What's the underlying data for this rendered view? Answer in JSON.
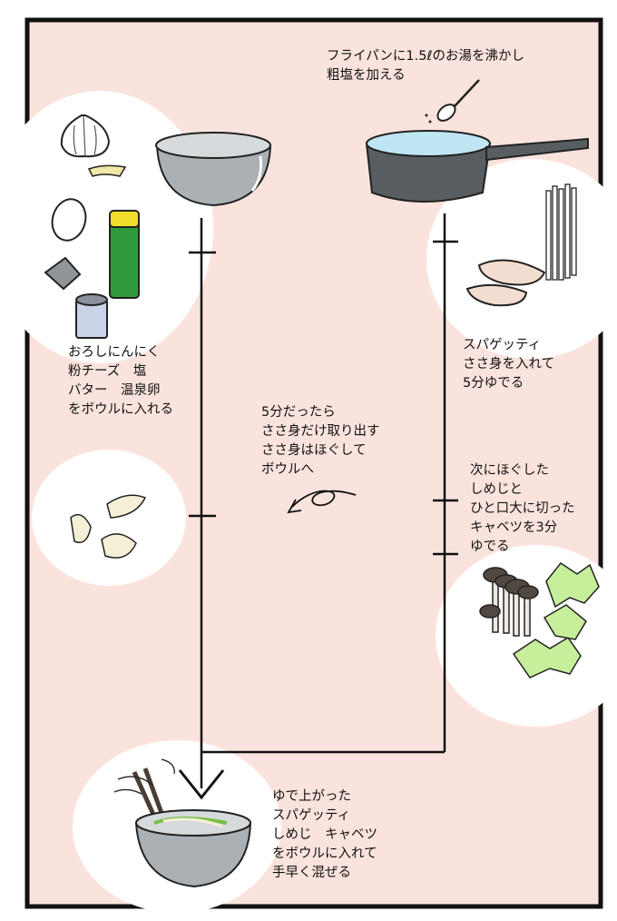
{
  "steps": {
    "pan": "フライパンに1.5ℓのお湯を沸かし\n粗塩を加える",
    "bowl_ingredients": "おろしにんにく\n粉チーズ　塩\nバター　温泉卵\nをボウルに入れる",
    "spaghetti": "スパゲッティ\nささ身を入れて\n5分ゆでる",
    "chicken": "5分だったら\nささ身だけ取り出す\nささ身はほぐして\nボウルへ",
    "mushroom_cabbage": "次にほぐした\nしめじと\nひと口大に切った\nキャベツを3分\nゆでる",
    "final": "ゆで上がった\nスパゲッティ\nしめじ　キャベツ\nをボウルに入れて\n手早く混ぜる"
  },
  "colors": {
    "background": "#fbe3dd",
    "bubble": "#ffffff",
    "line": "#111111",
    "water": "#bfe6f3"
  }
}
